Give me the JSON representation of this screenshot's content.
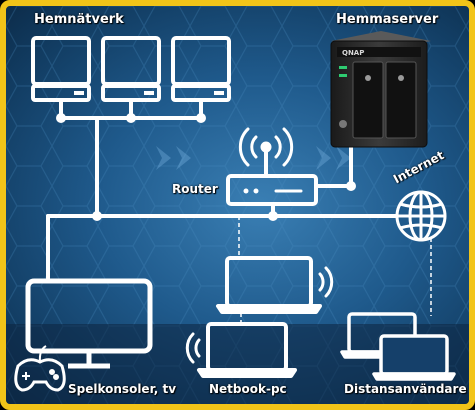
{
  "labels": {
    "home_network": "Hemnätverk",
    "home_server": "Hemmaserver",
    "router": "Router",
    "internet": "Internet",
    "consoles": "Spelkonsoler, tv",
    "netbook": "Netbook-pc",
    "remote_users": "Distansanvändare"
  },
  "server_brand": "QNAP",
  "colors": {
    "frame": "#f2c418",
    "background": "#1f5a8c",
    "lines": "#ffffff",
    "server_body": "#2b2b2b"
  },
  "icons": [
    "desktop-computer-icon",
    "nas-server-icon",
    "router-icon",
    "globe-icon",
    "tv-icon",
    "gamepad-icon",
    "laptop-icon",
    "wifi-waves-icon"
  ]
}
